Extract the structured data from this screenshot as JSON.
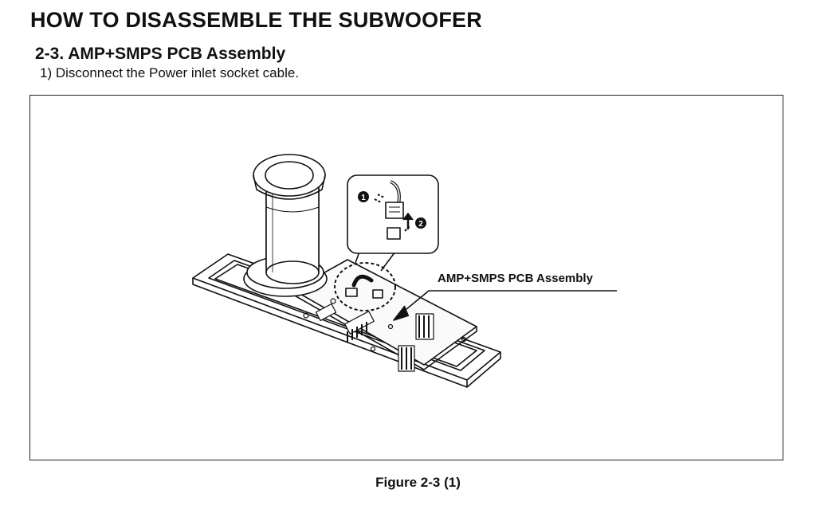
{
  "document": {
    "title": "HOW TO DISASSEMBLE THE SUBWOOFER",
    "section": "2-3. AMP+SMPS PCB Assembly",
    "step": "1) Disconnect the Power inlet socket cable."
  },
  "figure": {
    "callout": "AMP+SMPS PCB Assembly",
    "step_markers": [
      "1",
      "2"
    ],
    "caption": "Figure 2-3 (1)"
  }
}
